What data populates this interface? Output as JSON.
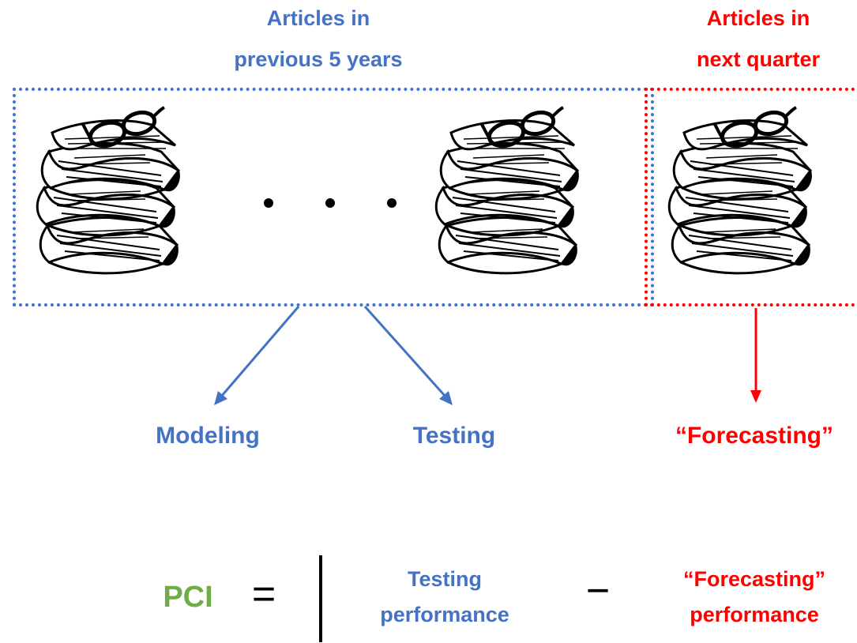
{
  "headers": {
    "past": {
      "line1": "Articles in",
      "line2": "previous 5 years"
    },
    "next": {
      "line1": "Articles in",
      "line2": "next quarter"
    }
  },
  "labels": {
    "modeling": "Modeling",
    "testing": "Testing",
    "forecasting": "“Forecasting”"
  },
  "equation": {
    "lhs": "PCI",
    "equals": "=",
    "term1": {
      "line1": "Testing",
      "line2": "performance"
    },
    "minus": "−",
    "term2": {
      "line1": "“Forecasting”",
      "line2": "performance"
    }
  },
  "icons": [
    "newspaper-stack-icon",
    "newspaper-stack-icon",
    "newspaper-stack-icon"
  ],
  "colors": {
    "blue": "#4472C4",
    "red": "#FF0000",
    "green": "#70AD47",
    "black": "#000000"
  }
}
